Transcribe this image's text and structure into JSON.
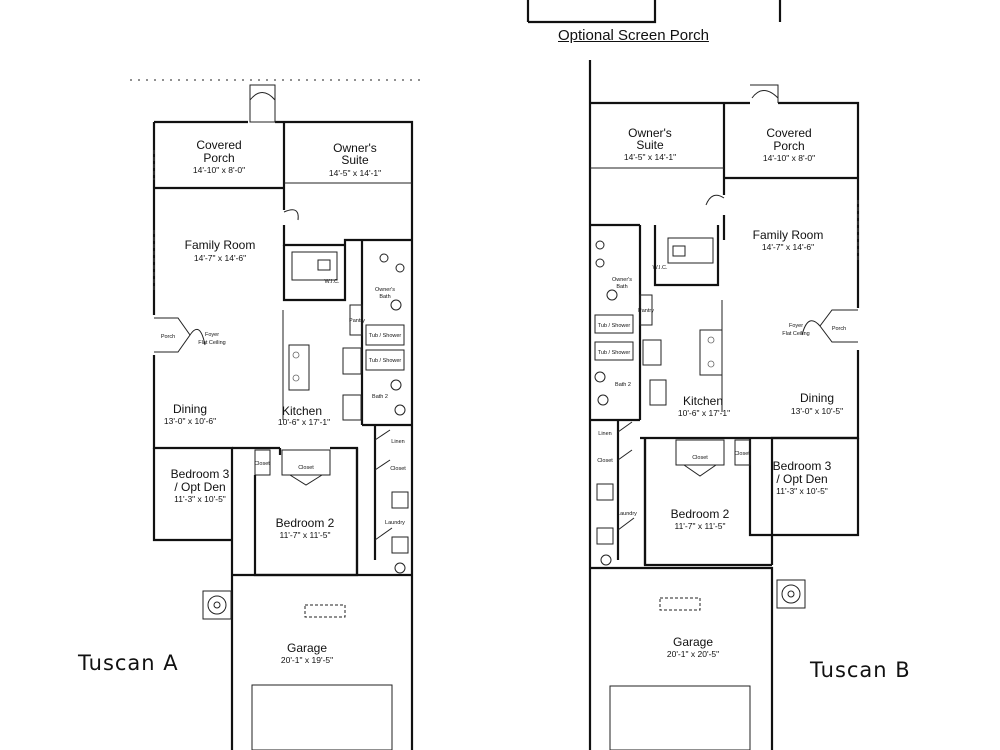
{
  "optional_screen_porch": "Optional Screen Porch",
  "plans": {
    "a": {
      "label": "Tuscan A",
      "covered_porch": "Covered",
      "covered_porch_2": "Porch",
      "covered_porch_dim": "14'-10\" x 8'-0\"",
      "owners_suite": "Owner's",
      "owners_suite_2": "Suite",
      "owners_suite_dim": "14'-5\" x 14'-1\"",
      "family_room": "Family Room",
      "family_room_dim": "14'-7\" x 14'-6\"",
      "porch": "Porch",
      "foyer": "Foyer",
      "foyer_note": "Flat Ceiling",
      "dining": "Dining",
      "dining_dim": "13'-0\" x 10'-6\"",
      "kitchen": "Kitchen",
      "kitchen_dim": "10'-6\" x 17'-1\"",
      "wic": "W.I.C.",
      "owners_bath": "Owner's",
      "owners_bath_2": "Bath",
      "bath2": "Bath 2",
      "pantry": "Pantry",
      "linen": "Linen",
      "closet": "Closet",
      "laundry": "Laundry",
      "bedroom3": "Bedroom 3",
      "bedroom3_2": "/ Opt Den",
      "bedroom3_dim": "11'-3\" x 10'-5\"",
      "bedroom2": "Bedroom 2",
      "bedroom2_dim": "11'-7\" x 11'-5\"",
      "garage": "Garage",
      "garage_dim": "20'-1\" x 19'-5\"",
      "tub": "Tub / Shower"
    },
    "b": {
      "label": "Tuscan B",
      "covered_porch": "Covered",
      "covered_porch_2": "Porch",
      "covered_porch_dim": "14'-10\" x 8'-0\"",
      "owners_suite": "Owner's",
      "owners_suite_2": "Suite",
      "owners_suite_dim": "14'-5\" x 14'-1\"",
      "family_room": "Family Room",
      "family_room_dim": "14'-7\" x 14'-6\"",
      "porch": "Porch",
      "foyer": "Foyer",
      "foyer_note": "Flat Ceiling",
      "dining": "Dining",
      "dining_dim": "13'-0\" x 10'-5\"",
      "kitchen": "Kitchen",
      "kitchen_dim": "10'-6\" x 17'-1\"",
      "wic": "W.I.C.",
      "owners_bath": "Owner's",
      "owners_bath_2": "Bath",
      "bath2": "Bath 2",
      "pantry": "Pantry",
      "linen": "Linen",
      "closet": "Closet",
      "laundry": "Laundry",
      "bedroom3": "Bedroom 3",
      "bedroom3_2": "/ Opt Den",
      "bedroom3_dim": "11'-3\" x 10'-5\"",
      "bedroom2": "Bedroom 2",
      "bedroom2_dim": "11'-7\" x 11'-5\"",
      "garage": "Garage",
      "garage_dim": "20'-1\" x 20'-5\"",
      "tub": "Tub / Shower"
    }
  }
}
